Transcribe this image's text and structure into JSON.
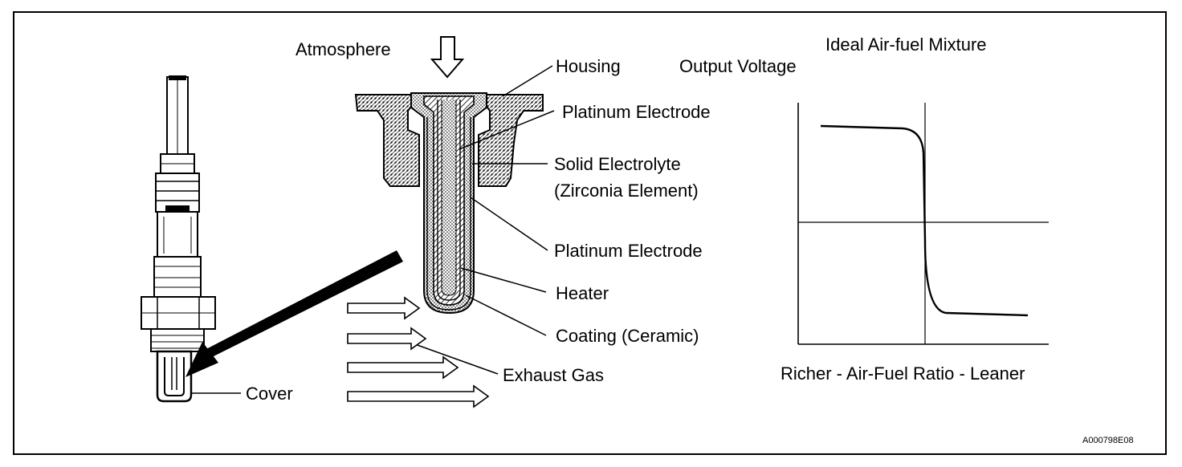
{
  "labels": {
    "atmosphere": "Atmosphere",
    "housing": "Housing",
    "platinum_electrode_outer": "Platinum Electrode",
    "solid_electrolyte": "Solid Electrolyte",
    "zirconia_element": "(Zirconia Element)",
    "platinum_electrode_inner": "Platinum Electrode",
    "heater": "Heater",
    "coating": "Coating (Ceramic)",
    "exhaust_gas": "Exhaust Gas",
    "cover": "Cover"
  },
  "graph": {
    "ideal_mixture_label": "Ideal Air-fuel Mixture",
    "y_axis_label": "Output Voltage",
    "x_axis_label": "Richer - Air-Fuel Ratio - Leaner"
  },
  "figure_code": "A000798E08"
}
